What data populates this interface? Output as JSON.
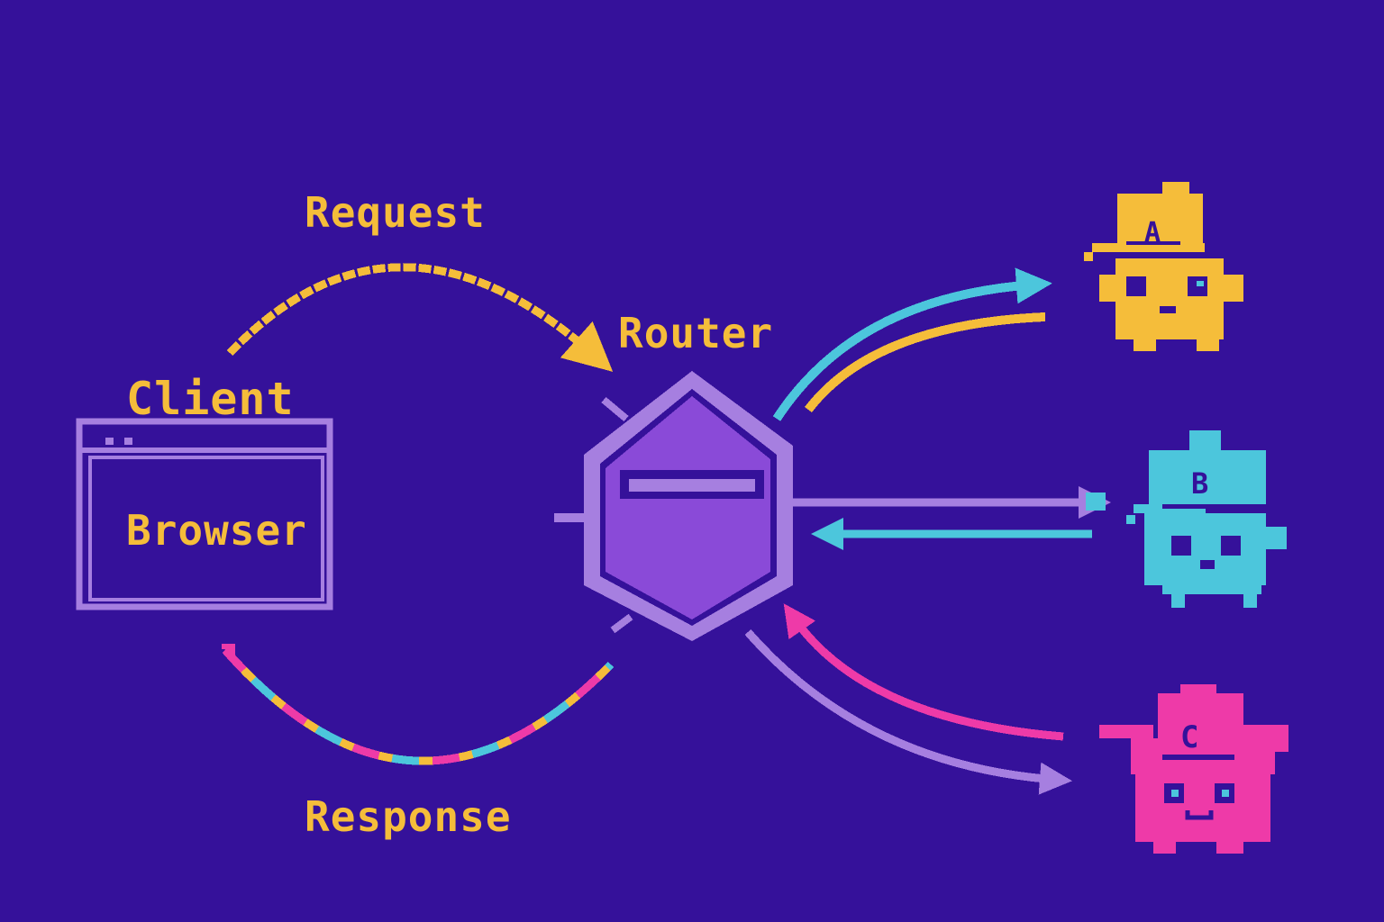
{
  "labels": {
    "request": "Request",
    "router": "Router",
    "client": "Client",
    "browser": "Browser",
    "response": "Response"
  },
  "servers": [
    {
      "letter": "A",
      "color": "#f5bd3a"
    },
    {
      "letter": "B",
      "color": "#4cc6dc"
    },
    {
      "letter": "C",
      "color": "#ee3aa8"
    }
  ],
  "colors": {
    "background": "#35119a",
    "yellow": "#f5bd3a",
    "cyan": "#4cc6dc",
    "pink": "#ee3aa8",
    "lavender": "#a67fe0",
    "router_fill": "#8a4ad8"
  }
}
